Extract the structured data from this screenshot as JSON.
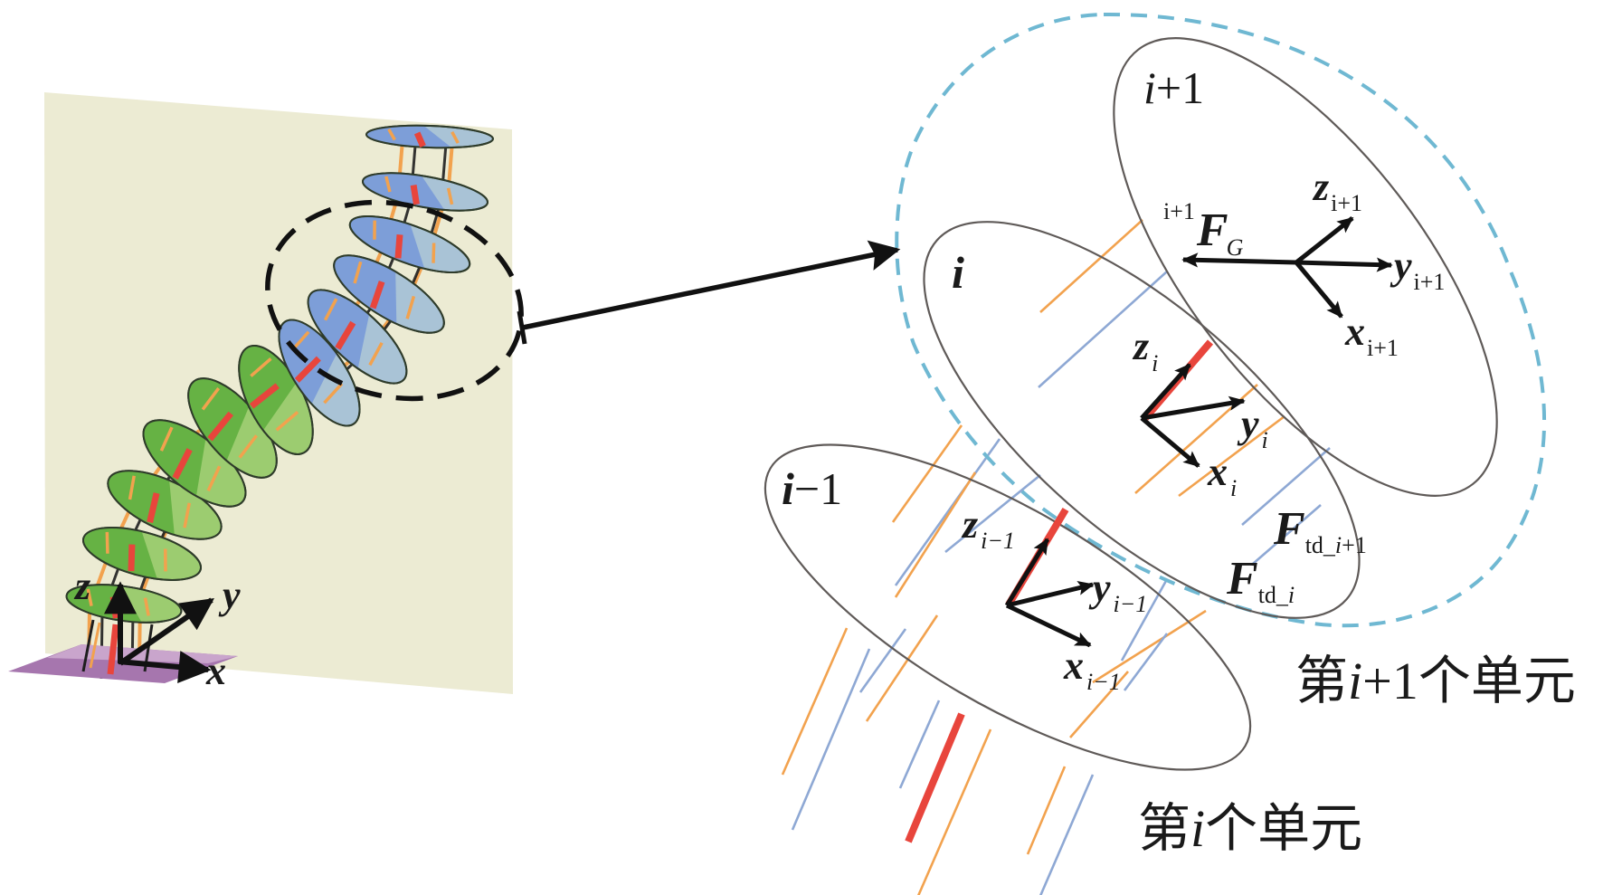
{
  "figure": {
    "description": "Continuum robot model with discrete units and coordinate frames",
    "colors": {
      "background_panel": "#ECEBD3",
      "base_plate_light": "#C9A5CC",
      "base_plate_dark": "#A676AE",
      "green_disk_dark": "#66B244",
      "green_disk_light": "#9CCC70",
      "blue_disk_dark": "#7D9ED8",
      "blue_disk_light": "#A9C3D6",
      "disk_edge": "#2E3B2A",
      "red_backbone": "#E8453C",
      "orange_tendon": "#F2A24E",
      "blue_tendon": "#8EA8D4",
      "black_tendon": "#1E1E1E",
      "dashed_highlight": "#111111",
      "dashed_unit_outline": "#6FB8D2",
      "ellipse_outline": "#5F5A58",
      "arrow": "#111111"
    }
  },
  "left_panel": {
    "base_frame": {
      "z_label": "z",
      "y_label": "y",
      "x_label": "x"
    },
    "green_disk_count": 6,
    "blue_disk_count": 6
  },
  "zoom_arrow": {
    "from": "dashed-highlight-region",
    "to": "unit-detail-view"
  },
  "right_panel": {
    "disks": [
      {
        "id": "disk-i-plus-1",
        "label_main": "i",
        "label_rest": "+1"
      },
      {
        "id": "disk-i",
        "label_main": "i",
        "label_rest": ""
      },
      {
        "id": "disk-i-minus-1",
        "label_main": "i",
        "label_rest": "−1"
      }
    ],
    "frames": {
      "i_plus_1": {
        "z": {
          "letter": "z",
          "sub": "i+1"
        },
        "y": {
          "letter": "y",
          "sub": "i+1"
        },
        "x": {
          "letter": "x",
          "sub": "i+1"
        }
      },
      "i": {
        "z": {
          "letter": "z",
          "sub": "i"
        },
        "y": {
          "letter": "y",
          "sub": "i"
        },
        "x": {
          "letter": "x",
          "sub": "i"
        }
      },
      "i_minus_1": {
        "z": {
          "letter": "z",
          "sub": "i−1"
        },
        "y": {
          "letter": "y",
          "sub": "i−1"
        },
        "x": {
          "letter": "x",
          "sub": "i−1"
        }
      }
    },
    "forces": {
      "gravity": {
        "pre_superscript": "i+1",
        "letter": "F",
        "sub": "G"
      },
      "tendon_i_plus_1": {
        "letter": "F",
        "sub_text": "td_",
        "sub_italic": "i",
        "sub_tail": "+1"
      },
      "tendon_i": {
        "letter": "F",
        "sub_text": "td_",
        "sub_italic": "i",
        "sub_tail": ""
      }
    },
    "captions": {
      "unit_i_plus_1": {
        "prefix": "第",
        "italic": "i",
        "mid": "+1",
        "suffix": "个单元"
      },
      "unit_i": {
        "prefix": "第",
        "italic": "i",
        "mid": "",
        "suffix": "个单元"
      }
    }
  }
}
